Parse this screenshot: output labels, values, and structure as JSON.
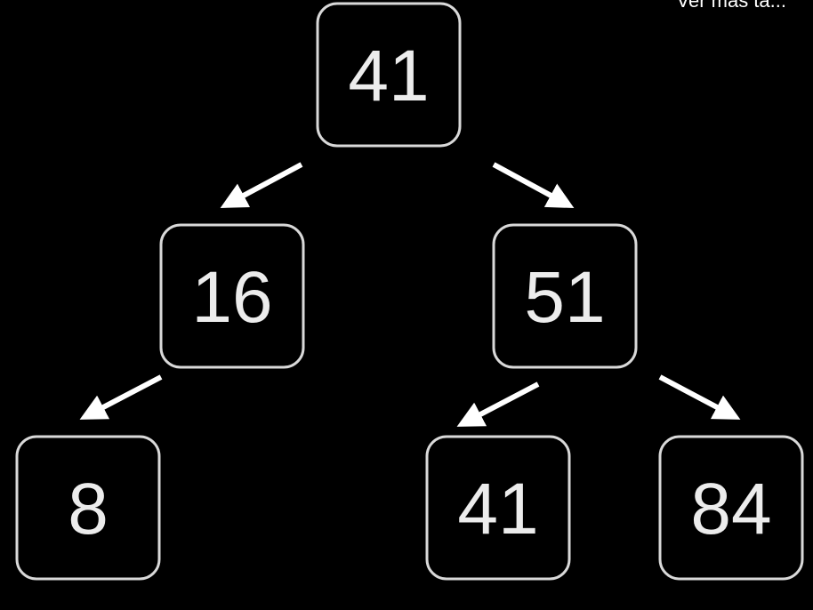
{
  "caption": "Ver más ta...",
  "colors": {
    "background": "#000000",
    "box_stroke": "#d9d9d9",
    "text": "#ececec",
    "arrow": "#ffffff"
  },
  "tree": {
    "nodes": [
      {
        "id": "root",
        "label": "41"
      },
      {
        "id": "left",
        "label": "16"
      },
      {
        "id": "right",
        "label": "51"
      },
      {
        "id": "left-left",
        "label": "8"
      },
      {
        "id": "right-left",
        "label": "41"
      },
      {
        "id": "right-right",
        "label": "84"
      }
    ],
    "edges": [
      {
        "from": "root",
        "to": "left"
      },
      {
        "from": "root",
        "to": "right"
      },
      {
        "from": "left",
        "to": "left-left"
      },
      {
        "from": "right",
        "to": "right-left"
      },
      {
        "from": "right",
        "to": "right-right"
      }
    ]
  }
}
